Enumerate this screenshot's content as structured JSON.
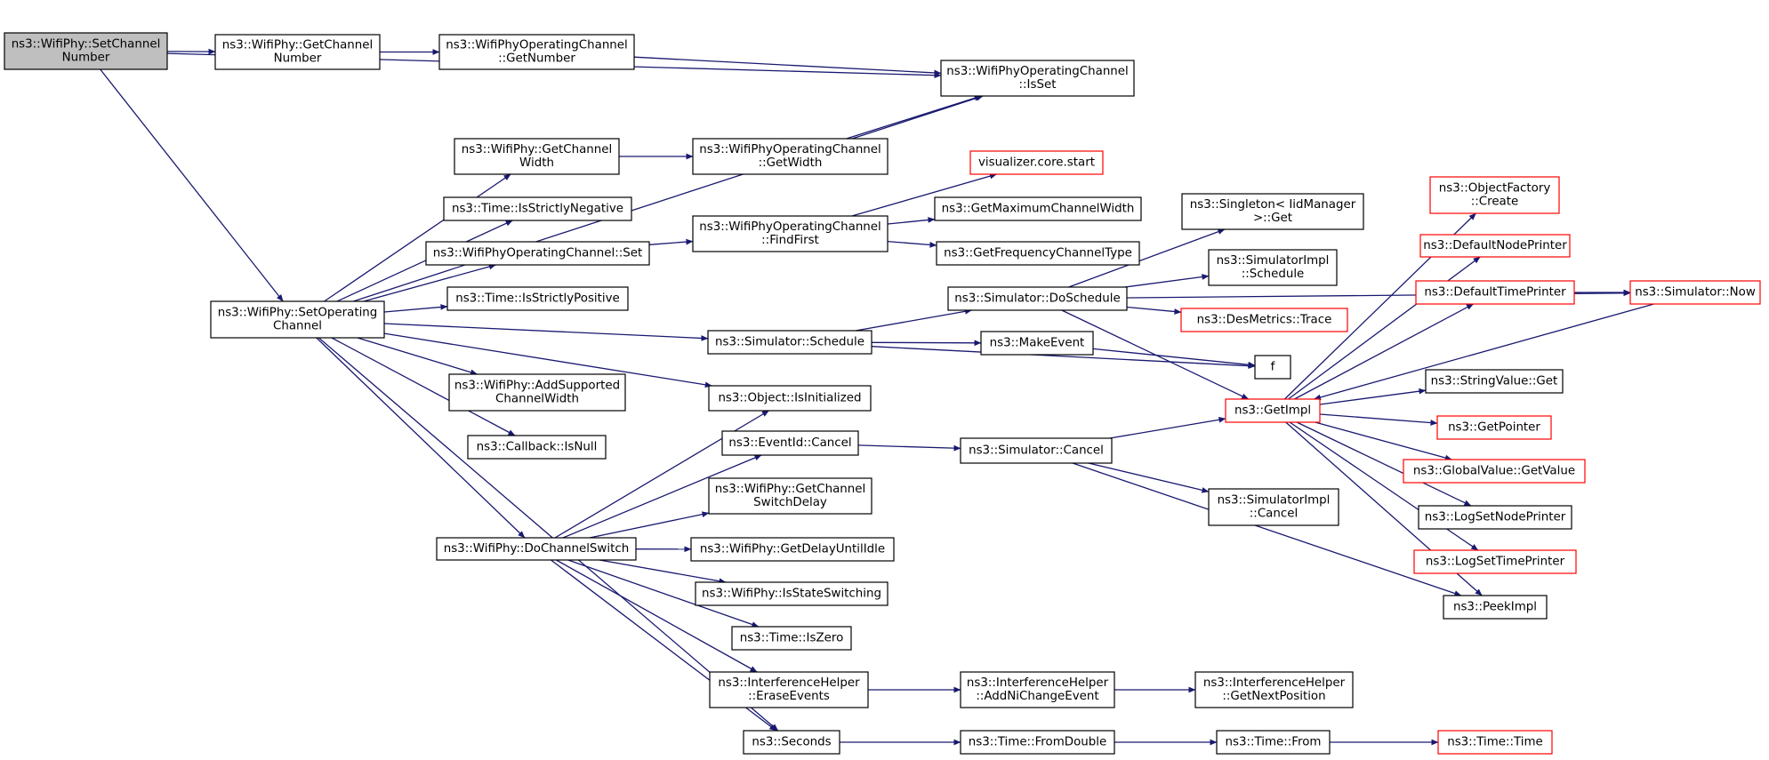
{
  "graph": {
    "nodes": [
      {
        "id": "setChannelNumber",
        "lines": [
          "ns3::WifiPhy::SetChannel",
          "Number"
        ],
        "root": true
      },
      {
        "id": "getChannelNumber",
        "lines": [
          "ns3::WifiPhy::GetChannel",
          "Number"
        ]
      },
      {
        "id": "opGetNumber",
        "lines": [
          "ns3::WifiPhyOperatingChannel",
          "::GetNumber"
        ]
      },
      {
        "id": "opIsSet",
        "lines": [
          "ns3::WifiPhyOperatingChannel",
          "::IsSet"
        ]
      },
      {
        "id": "getChannelWidth",
        "lines": [
          "ns3::WifiPhy::GetChannel",
          "Width"
        ]
      },
      {
        "id": "opGetWidth",
        "lines": [
          "ns3::WifiPhyOperatingChannel",
          "::GetWidth"
        ]
      },
      {
        "id": "vizStart",
        "lines": [
          "visualizer.core.start"
        ],
        "red": true
      },
      {
        "id": "isStrictlyNegative",
        "lines": [
          "ns3::Time::IsStrictlyNegative"
        ]
      },
      {
        "id": "opFindFirst",
        "lines": [
          "ns3::WifiPhyOperatingChannel",
          "::FindFirst"
        ]
      },
      {
        "id": "getMaxChannelWidth",
        "lines": [
          "ns3::GetMaximumChannelWidth"
        ]
      },
      {
        "id": "opSet",
        "lines": [
          "ns3::WifiPhyOperatingChannel::Set"
        ]
      },
      {
        "id": "getFreqChannelType",
        "lines": [
          "ns3::GetFrequencyChannelType"
        ]
      },
      {
        "id": "singletonGet",
        "lines": [
          "ns3::Singleton< IidManager",
          ">::Get"
        ]
      },
      {
        "id": "objectFactoryCreate",
        "lines": [
          "ns3::ObjectFactory",
          "::Create"
        ],
        "red": true
      },
      {
        "id": "defaultNodePrinter",
        "lines": [
          "ns3::DefaultNodePrinter"
        ],
        "red": true
      },
      {
        "id": "simImplSchedule",
        "lines": [
          "ns3::SimulatorImpl",
          "::Schedule"
        ]
      },
      {
        "id": "defaultTimePrinter",
        "lines": [
          "ns3::DefaultTimePrinter"
        ],
        "red": true
      },
      {
        "id": "simulatorNow",
        "lines": [
          "ns3::Simulator::Now"
        ],
        "red": true
      },
      {
        "id": "setOperatingChannel",
        "lines": [
          "ns3::WifiPhy::SetOperating",
          "Channel"
        ]
      },
      {
        "id": "isStrictlyPositive",
        "lines": [
          "ns3::Time::IsStrictlyPositive"
        ]
      },
      {
        "id": "simDoSchedule",
        "lines": [
          "ns3::Simulator::DoSchedule"
        ]
      },
      {
        "id": "desMetricsTrace",
        "lines": [
          "ns3::DesMetrics::Trace"
        ],
        "red": true
      },
      {
        "id": "simSchedule",
        "lines": [
          "ns3::Simulator::Schedule"
        ]
      },
      {
        "id": "makeEvent",
        "lines": [
          "ns3::MakeEvent"
        ]
      },
      {
        "id": "f",
        "lines": [
          "f"
        ]
      },
      {
        "id": "addSupportedChannelWidth",
        "lines": [
          "ns3::WifiPhy::AddSupported",
          "ChannelWidth"
        ]
      },
      {
        "id": "stringValueGet",
        "lines": [
          "ns3::StringValue::Get"
        ]
      },
      {
        "id": "objectIsInitialized",
        "lines": [
          "ns3::Object::IsInitialized"
        ]
      },
      {
        "id": "getImpl",
        "lines": [
          "ns3::GetImpl"
        ],
        "red": true
      },
      {
        "id": "getPointer",
        "lines": [
          "ns3::GetPointer"
        ],
        "red": true
      },
      {
        "id": "eventIdCancel",
        "lines": [
          "ns3::EventId::Cancel"
        ]
      },
      {
        "id": "callbackIsNull",
        "lines": [
          "ns3::Callback::IsNull"
        ]
      },
      {
        "id": "simCancel",
        "lines": [
          "ns3::Simulator::Cancel"
        ]
      },
      {
        "id": "globalValueGetValue",
        "lines": [
          "ns3::GlobalValue::GetValue"
        ],
        "red": true
      },
      {
        "id": "getChannelSwitchDelay",
        "lines": [
          "ns3::WifiPhy::GetChannel",
          "SwitchDelay"
        ]
      },
      {
        "id": "simImplCancel",
        "lines": [
          "ns3::SimulatorImpl",
          "::Cancel"
        ]
      },
      {
        "id": "logSetNodePrinter",
        "lines": [
          "ns3::LogSetNodePrinter"
        ]
      },
      {
        "id": "doChannelSwitch",
        "lines": [
          "ns3::WifiPhy::DoChannelSwitch"
        ]
      },
      {
        "id": "getDelayUntilIdle",
        "lines": [
          "ns3::WifiPhy::GetDelayUntilIdle"
        ]
      },
      {
        "id": "logSetTimePrinter",
        "lines": [
          "ns3::LogSetTimePrinter"
        ],
        "red": true
      },
      {
        "id": "isStateSwitching",
        "lines": [
          "ns3::WifiPhy::IsStateSwitching"
        ]
      },
      {
        "id": "peekImpl",
        "lines": [
          "ns3::PeekImpl"
        ]
      },
      {
        "id": "timeIsZero",
        "lines": [
          "ns3::Time::IsZero"
        ]
      },
      {
        "id": "ihEraseEvents",
        "lines": [
          "ns3::InterferenceHelper",
          "::EraseEvents"
        ]
      },
      {
        "id": "ihAddNiChangeEvent",
        "lines": [
          "ns3::InterferenceHelper",
          "::AddNiChangeEvent"
        ]
      },
      {
        "id": "ihGetNextPosition",
        "lines": [
          "ns3::InterferenceHelper",
          "::GetNextPosition"
        ]
      },
      {
        "id": "seconds",
        "lines": [
          "ns3::Seconds"
        ]
      },
      {
        "id": "timeFromDouble",
        "lines": [
          "ns3::Time::FromDouble"
        ]
      },
      {
        "id": "timeFrom",
        "lines": [
          "ns3::Time::From"
        ]
      },
      {
        "id": "timeTime",
        "lines": [
          "ns3::Time::Time"
        ],
        "red": true
      }
    ],
    "edges": [
      {
        "from": "setChannelNumber",
        "to": "getChannelNumber"
      },
      {
        "from": "setChannelNumber",
        "to": "opIsSet"
      },
      {
        "from": "setChannelNumber",
        "to": "setOperatingChannel"
      },
      {
        "from": "getChannelNumber",
        "to": "opGetNumber"
      },
      {
        "from": "opGetNumber",
        "to": "opIsSet"
      },
      {
        "from": "getChannelWidth",
        "to": "opGetWidth"
      },
      {
        "from": "opGetWidth",
        "to": "opIsSet"
      },
      {
        "from": "opFindFirst",
        "to": "vizStart"
      },
      {
        "from": "opFindFirst",
        "to": "getMaxChannelWidth"
      },
      {
        "from": "opFindFirst",
        "to": "getFreqChannelType"
      },
      {
        "from": "opSet",
        "to": "opFindFirst"
      },
      {
        "from": "setOperatingChannel",
        "to": "opIsSet"
      },
      {
        "from": "setOperatingChannel",
        "to": "getChannelWidth"
      },
      {
        "from": "setOperatingChannel",
        "to": "isStrictlyNegative"
      },
      {
        "from": "setOperatingChannel",
        "to": "opSet"
      },
      {
        "from": "setOperatingChannel",
        "to": "isStrictlyPositive"
      },
      {
        "from": "setOperatingChannel",
        "to": "simSchedule"
      },
      {
        "from": "setOperatingChannel",
        "to": "addSupportedChannelWidth"
      },
      {
        "from": "setOperatingChannel",
        "to": "callbackIsNull"
      },
      {
        "from": "setOperatingChannel",
        "to": "objectIsInitialized"
      },
      {
        "from": "setOperatingChannel",
        "to": "doChannelSwitch"
      },
      {
        "from": "setOperatingChannel",
        "to": "seconds"
      },
      {
        "from": "simSchedule",
        "to": "simDoSchedule"
      },
      {
        "from": "simSchedule",
        "to": "makeEvent"
      },
      {
        "from": "simSchedule",
        "to": "f"
      },
      {
        "from": "makeEvent",
        "to": "f"
      },
      {
        "from": "simDoSchedule",
        "to": "singletonGet"
      },
      {
        "from": "simDoSchedule",
        "to": "simImplSchedule"
      },
      {
        "from": "simDoSchedule",
        "to": "desMetricsTrace"
      },
      {
        "from": "simDoSchedule",
        "to": "simulatorNow"
      },
      {
        "from": "simDoSchedule",
        "to": "getImpl"
      },
      {
        "from": "defaultTimePrinter",
        "to": "simulatorNow"
      },
      {
        "from": "simulatorNow",
        "to": "getImpl"
      },
      {
        "from": "getImpl",
        "to": "objectFactoryCreate"
      },
      {
        "from": "getImpl",
        "to": "defaultNodePrinter"
      },
      {
        "from": "getImpl",
        "to": "defaultTimePrinter"
      },
      {
        "from": "getImpl",
        "to": "stringValueGet"
      },
      {
        "from": "getImpl",
        "to": "getPointer"
      },
      {
        "from": "getImpl",
        "to": "globalValueGetValue"
      },
      {
        "from": "getImpl",
        "to": "logSetNodePrinter"
      },
      {
        "from": "getImpl",
        "to": "logSetTimePrinter"
      },
      {
        "from": "getImpl",
        "to": "peekImpl"
      },
      {
        "from": "doChannelSwitch",
        "to": "objectIsInitialized"
      },
      {
        "from": "doChannelSwitch",
        "to": "eventIdCancel"
      },
      {
        "from": "doChannelSwitch",
        "to": "getChannelSwitchDelay"
      },
      {
        "from": "doChannelSwitch",
        "to": "getDelayUntilIdle"
      },
      {
        "from": "doChannelSwitch",
        "to": "isStateSwitching"
      },
      {
        "from": "doChannelSwitch",
        "to": "timeIsZero"
      },
      {
        "from": "doChannelSwitch",
        "to": "ihEraseEvents"
      },
      {
        "from": "doChannelSwitch",
        "to": "seconds"
      },
      {
        "from": "eventIdCancel",
        "to": "simCancel"
      },
      {
        "from": "simCancel",
        "to": "getImpl"
      },
      {
        "from": "simCancel",
        "to": "simImplCancel"
      },
      {
        "from": "simCancel",
        "to": "peekImpl"
      },
      {
        "from": "ihEraseEvents",
        "to": "ihAddNiChangeEvent"
      },
      {
        "from": "ihAddNiChangeEvent",
        "to": "ihGetNextPosition"
      },
      {
        "from": "seconds",
        "to": "timeFromDouble"
      },
      {
        "from": "timeFromDouble",
        "to": "timeFrom"
      },
      {
        "from": "timeFrom",
        "to": "timeTime"
      }
    ],
    "colors": {
      "edge": "#191970",
      "border": "#000000",
      "red_border": "#ff0000",
      "root_fill": "#bfbfbf",
      "fill": "#ffffff"
    }
  }
}
